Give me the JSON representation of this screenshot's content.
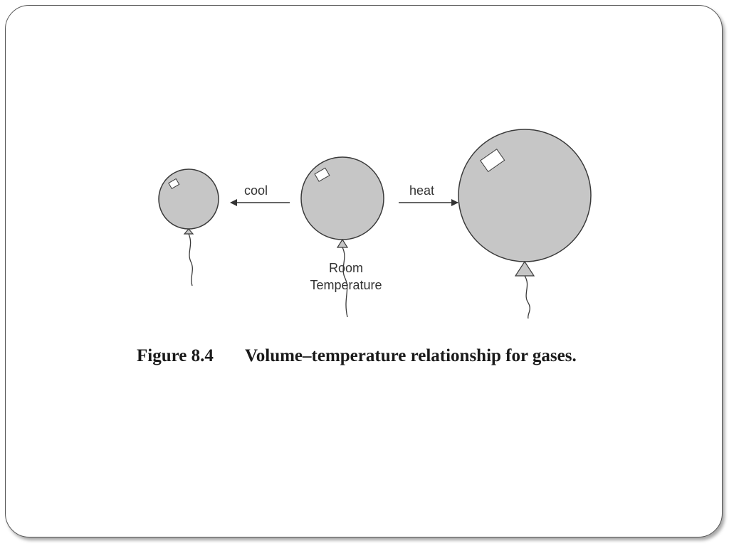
{
  "diagram": {
    "labels": {
      "cool": "cool",
      "heat": "heat",
      "room_line1": "Room",
      "room_line2": "Temperature"
    },
    "caption": {
      "number": "Figure 8.4",
      "text": "Volume–temperature relationship for gases."
    }
  },
  "colors": {
    "balloon_fill": "#c6c6c6",
    "outline": "#3a3a3a"
  }
}
